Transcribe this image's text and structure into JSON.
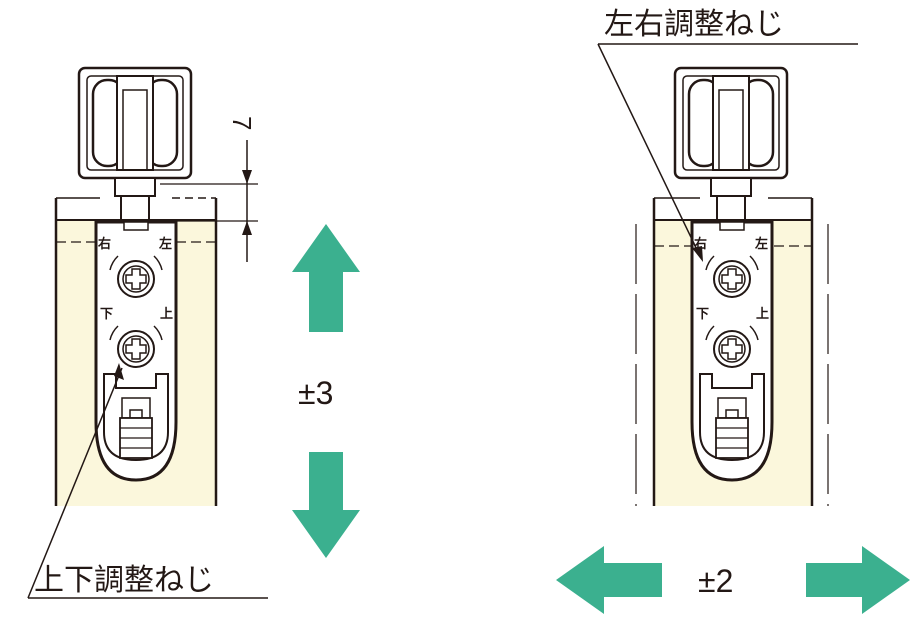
{
  "labels": {
    "vertical_screw": "上下調整ねじ",
    "horizontal_screw": "左右調整ねじ",
    "vertical_range": "±3",
    "horizontal_range": "±2",
    "dimension": "7"
  },
  "plate_marks": {
    "right": "右",
    "left": "左",
    "down": "下",
    "up": "上"
  },
  "colors": {
    "arrow": "#3bb08f",
    "panel": "#fbf7dc",
    "line": "#231815"
  }
}
